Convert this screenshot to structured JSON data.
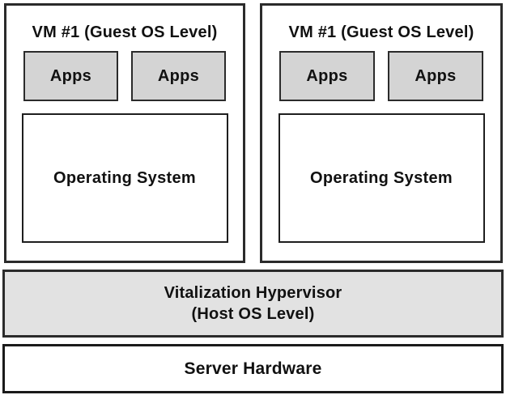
{
  "diagram": {
    "title_semantic": "Server virtualization architecture diagram",
    "vms": [
      {
        "title": "VM #1 (Guest OS Level)",
        "apps": [
          "Apps",
          "Apps"
        ],
        "os_label": "Operating System"
      },
      {
        "title": "VM #1 (Guest OS Level)",
        "apps": [
          "Apps",
          "Apps"
        ],
        "os_label": "Operating System"
      }
    ],
    "hypervisor": {
      "line1": "Vitalization Hypervisor",
      "line2": "(Host OS Level)"
    },
    "server": {
      "label": "Server Hardware"
    },
    "colors": {
      "apps_fill": "#d4d4d4",
      "hypervisor_fill": "#e2e2e2",
      "box_fill": "#ffffff",
      "border": "#2b2b2b",
      "text": "#111111",
      "background": "#ffffff"
    }
  }
}
